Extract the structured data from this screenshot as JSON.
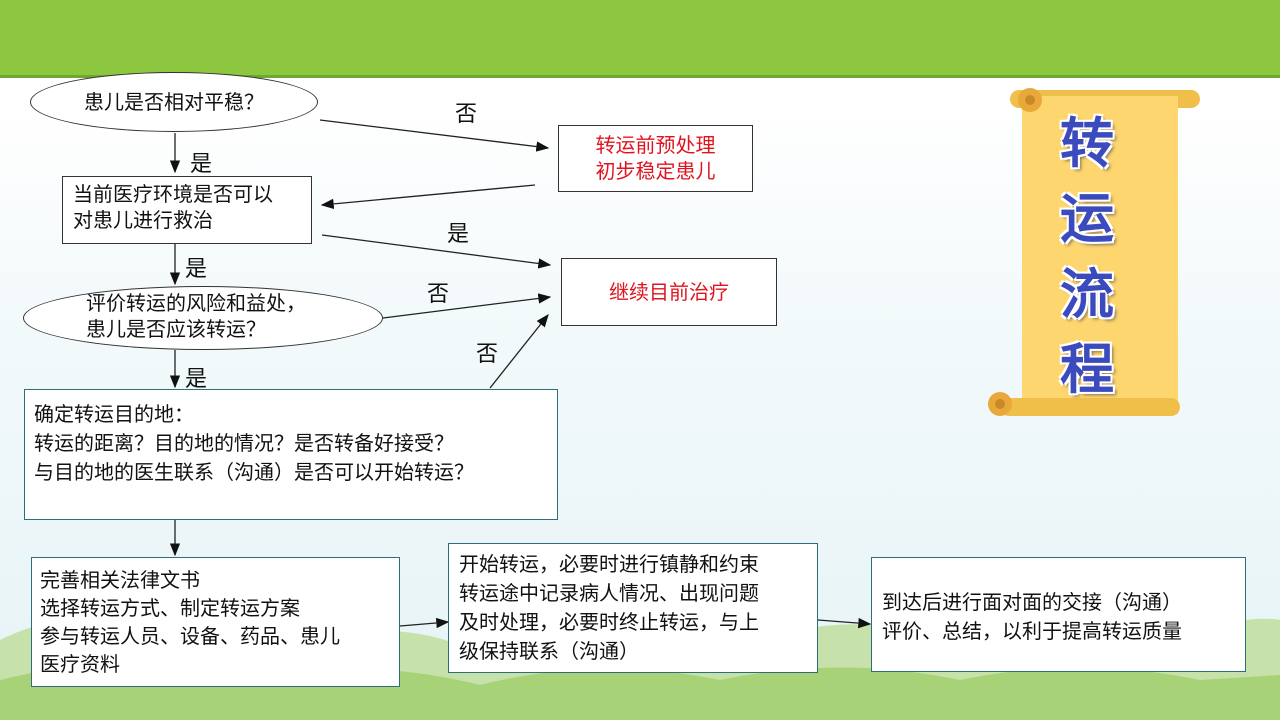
{
  "nodes": {
    "q_stable": "患儿是否相对平稳？",
    "pre_treat_1": "转运前预处理",
    "pre_treat_2": "初步稳定患儿",
    "q_env_1": "当前医疗环境是否可以",
    "q_env_2": "对患儿进行救治",
    "continue": "继续目前治疗",
    "q_risk_1": "评价转运的风险和益处，",
    "q_risk_2": "患儿是否应该转运？",
    "dest_1": "确定转运目的地：",
    "dest_2": "转运的距离？目的地的情况？是否转备好接受？",
    "dest_3": "与目的地的医生联系（沟通）是否可以开始转运？",
    "prep_1": "完善相关法律文书",
    "prep_2": "选择转运方式、制定转运方案",
    "prep_3": "参与转运人员、设备、药品、患儿",
    "prep_4": "医疗资料",
    "start_1": "开始转运，必要时进行镇静和约束",
    "start_2": "转运途中记录病人情况、出现问题",
    "start_3": "及时处理，必要时终止转运，与上",
    "start_4": "级保持联系（沟通）",
    "arrive_1": "到达后进行面对面的交接（沟通）",
    "arrive_2": "评价、总结，以利于提高转运质量"
  },
  "labels": {
    "no_1": "否",
    "yes_1": "是",
    "yes_2": "是",
    "yes_3": "是",
    "no_2": "否",
    "yes_4": "是",
    "no_3": "否"
  },
  "title": [
    "转",
    "运",
    "流",
    "程"
  ],
  "colors": {
    "top_bar": "#8dc63f",
    "highlight_text": "#e0141e",
    "scroll": "#fdd66f",
    "title_text": "#3b4bbd"
  }
}
